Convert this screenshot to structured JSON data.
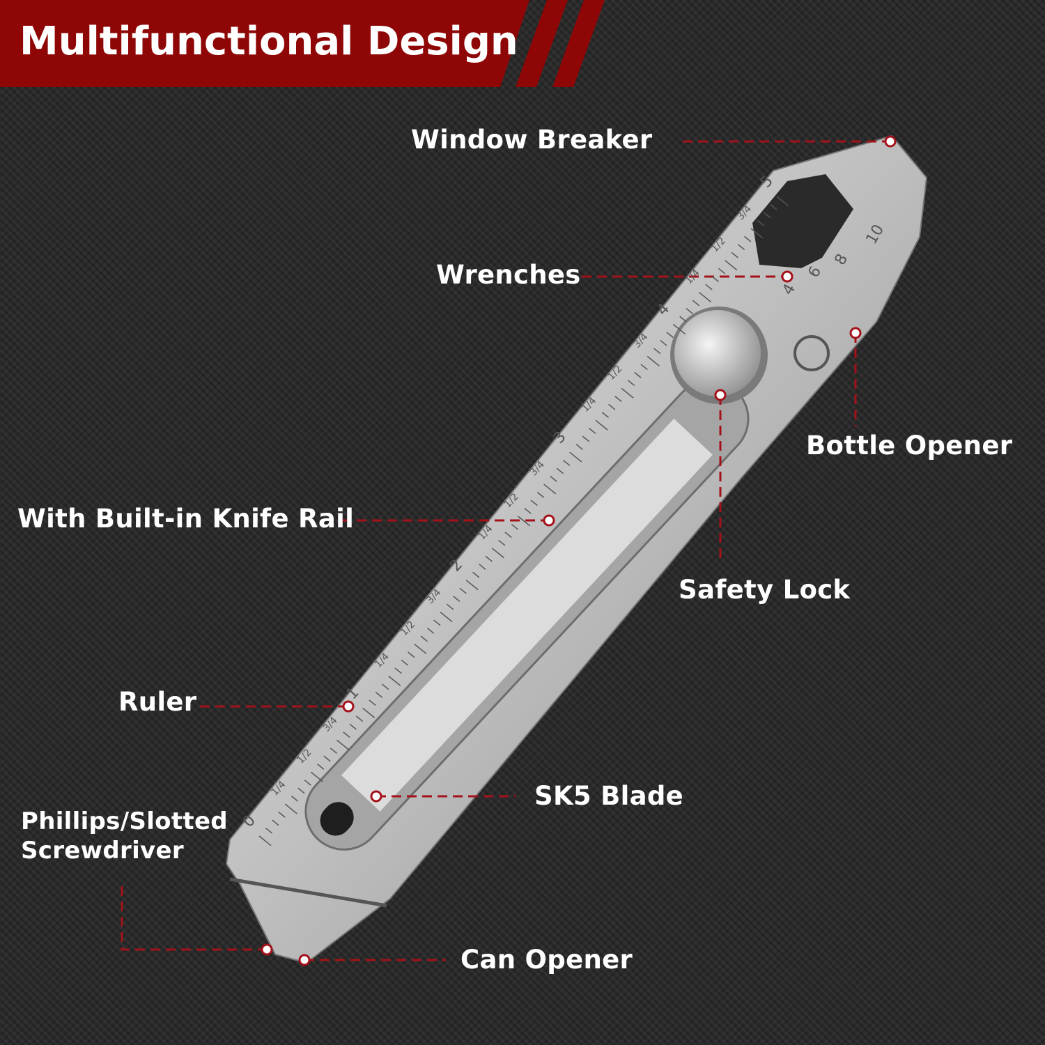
{
  "header": {
    "title": "Multifunctional Design"
  },
  "colors": {
    "accent": "#8e0606",
    "callout_line": "#a3121a",
    "background": "#262626",
    "text": "#ffffff"
  },
  "callouts": {
    "window_breaker": "Window Breaker",
    "wrenches": "Wrenches",
    "bottle_opener": "Bottle Opener",
    "knife_rail": "With Built-in Knife Rail",
    "safety_lock": "Safety Lock",
    "ruler": "Ruler",
    "sk5_blade": "SK5 Blade",
    "screwdriver": "Phillips/Slotted\nScrewdriver",
    "can_opener": "Can Opener"
  },
  "ruler_marks": [
    "0",
    "1/4",
    "1/2",
    "3/4",
    "1",
    "1/4",
    "1/2",
    "3/4",
    "2",
    "1/4",
    "1/2",
    "3/4",
    "3",
    "1/4",
    "1/2",
    "3/4",
    "4",
    "1/4",
    "1/2",
    "3/4",
    "5"
  ],
  "wrench_sizes": [
    "4",
    "6",
    "8",
    "10"
  ]
}
